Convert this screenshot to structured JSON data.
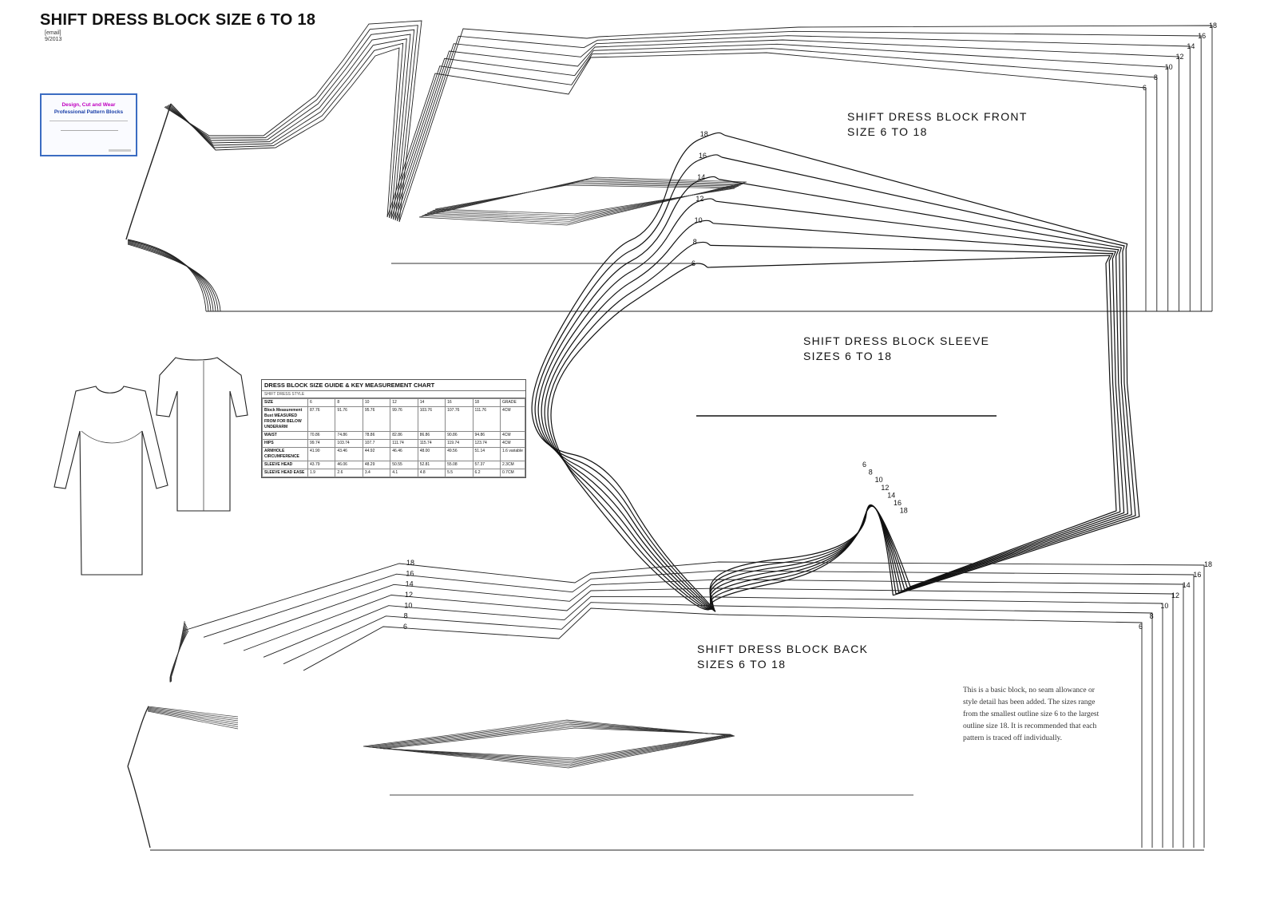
{
  "header": {
    "title": "SHIFT DRESS BLOCK SIZE 6 TO 18",
    "email": "[email]",
    "date": "9/2013"
  },
  "logo": {
    "line1": "Design, Cut and Wear",
    "line2": "Professional Pattern Blocks"
  },
  "pieces": {
    "front": {
      "title_line1": "SHIFT DRESS BLOCK FRONT",
      "title_line2": "SIZE 6 TO 18"
    },
    "sleeve": {
      "title_line1": "SHIFT DRESS BLOCK SLEEVE",
      "title_line2": "SIZES 6 TO 18"
    },
    "back": {
      "title_line1": "SHIFT DRESS BLOCK BACK",
      "title_line2": "SIZES 6 TO 18"
    }
  },
  "size_labels": [
    "6",
    "8",
    "10",
    "12",
    "14",
    "16",
    "18"
  ],
  "note": {
    "text": "This is a basic block, no seam allowance or style detail has been added. The sizes range from the smallest outline size 6 to the largest outline size 18.",
    "text2": "It is recommended that each pattern is traced off individually."
  },
  "size_chart": {
    "title": "DRESS BLOCK SIZE GUIDE & KEY MEASUREMENT CHART",
    "subtitle": "SHIFT DRESS STYLE",
    "headers": [
      "SIZE",
      "6",
      "8",
      "10",
      "12",
      "14",
      "16",
      "18",
      "GRADE"
    ],
    "rows": [
      [
        "Block Measurement Bust MEASURED FROM FOR BELOW UNDERARM",
        "87.76",
        "91.76",
        "95.76",
        "99.76",
        "103.76",
        "107.76",
        "111.76",
        "4CM"
      ],
      [
        "WAIST",
        "70.86",
        "74.86",
        "78.86",
        "82.86",
        "86.86",
        "90.86",
        "94.86",
        "4CM"
      ],
      [
        "HIPS",
        "99.74",
        "103.74",
        "107.7",
        "111.74",
        "115.74",
        "119.74",
        "123.74",
        "4CM"
      ],
      [
        "ARMHOLE CIRCUMFERENCE",
        "41.90",
        "43.46",
        "44.92",
        "46.46",
        "48.00",
        "49.56",
        "51.14",
        "1.6 variable"
      ],
      [
        "SLEEVE HEAD",
        "43.79",
        "46.06",
        "48.29",
        "50.55",
        "52.81",
        "55.08",
        "57.37",
        "2.3CM"
      ],
      [
        "SLEEVE HEAD EASE",
        "1.9",
        "2.6",
        "3.4",
        "4.1",
        "4.8",
        "5.5",
        "6.2",
        "0.7CM"
      ]
    ]
  }
}
